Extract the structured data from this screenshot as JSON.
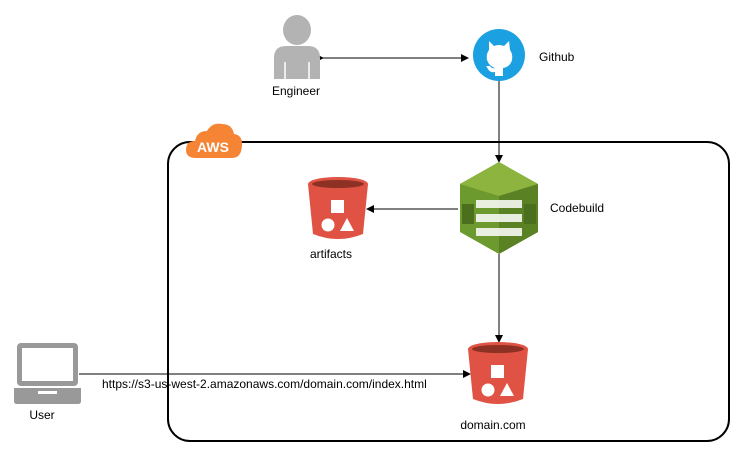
{
  "diagram": {
    "group_label": "AWS",
    "nodes": {
      "engineer": {
        "label": "Engineer",
        "icon": "user-icon"
      },
      "github": {
        "label": "Github",
        "icon": "github-icon"
      },
      "codebuild": {
        "label": "Codebuild",
        "icon": "codebuild-icon"
      },
      "artifacts": {
        "label": "artifacts",
        "icon": "s3-bucket-icon"
      },
      "domain": {
        "label": "domain.com",
        "icon": "s3-bucket-icon"
      },
      "user": {
        "label": "User",
        "icon": "laptop-icon"
      }
    },
    "edges": [
      {
        "from": "engineer",
        "to": "github",
        "direction": "both",
        "label": ""
      },
      {
        "from": "github",
        "to": "codebuild",
        "direction": "forward",
        "label": ""
      },
      {
        "from": "codebuild",
        "to": "artifacts",
        "direction": "forward",
        "label": ""
      },
      {
        "from": "codebuild",
        "to": "domain",
        "direction": "forward",
        "label": ""
      },
      {
        "from": "user",
        "to": "domain",
        "direction": "forward",
        "label": "https://s3-us-west-2.amazonaws.com/domain.com/index.html"
      }
    ],
    "colors": {
      "aws_orange": "#F58534",
      "github_blue": "#1BA1E2",
      "codebuild_green": "#6D9A2E",
      "s3_red": "#E05243",
      "user_gray": "#B3B3B3",
      "laptop_gray": "#999999"
    }
  }
}
